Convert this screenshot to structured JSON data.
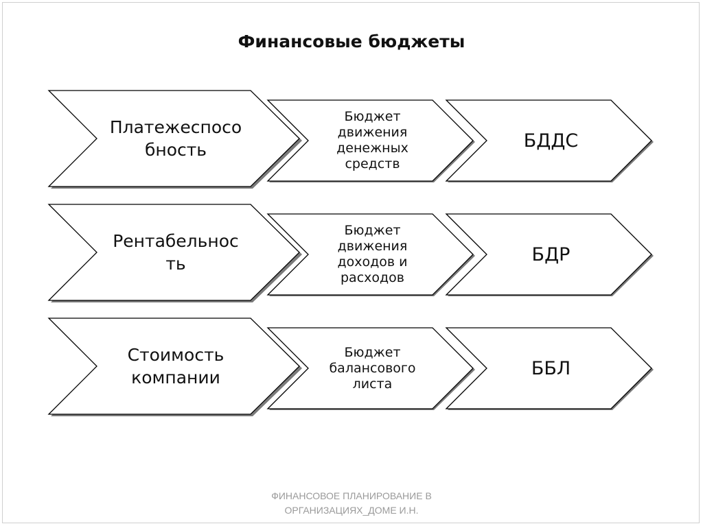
{
  "title": "Финансовые бюджеты",
  "rows": [
    {
      "goal": "Платежеспосо\nбность",
      "budget": "Бюджет\nдвижения\nденежных\nсредств",
      "abbr": "БДДС"
    },
    {
      "goal": "Рентабельнос\nть",
      "budget": "Бюджет\nдвижения\nдоходов и\nрасходов",
      "abbr": "БДР"
    },
    {
      "goal": "Стоимость\nкомпании",
      "budget": "Бюджет\nбалансового\nлиста",
      "abbr": "ББЛ"
    }
  ],
  "footer": "ФИНАНСОВОЕ ПЛАНИРОВАНИЕ В\nОРГАНИЗАЦИЯХ_ДОМЕ И.Н."
}
